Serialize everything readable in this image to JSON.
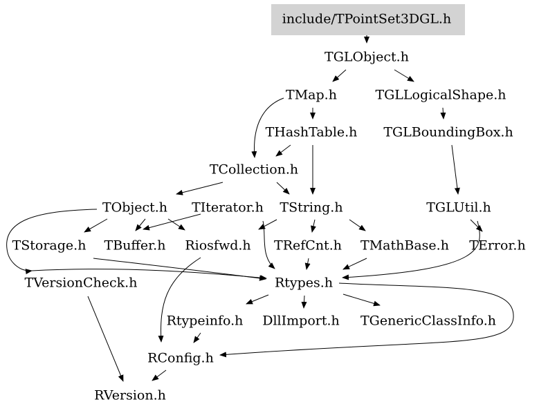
{
  "diagram": {
    "type": "include-dependency-graph",
    "root": "include/TPointSet3DGL.h",
    "root_fill": "#d3d3d3",
    "edge_color": "#000000",
    "nodes": {
      "root": "include/TPointSet3DGL.h",
      "tglobject": "TGLObject.h",
      "tmap": "TMap.h",
      "tgllogicalshape": "TGLLogicalShape.h",
      "thashtable": "THashTable.h",
      "tglboundingbox": "TGLBoundingBox.h",
      "tcollection": "TCollection.h",
      "tobject": "TObject.h",
      "titerator": "TIterator.h",
      "tstring": "TString.h",
      "tglutil": "TGLUtil.h",
      "tstorage": "TStorage.h",
      "tbuffer": "TBuffer.h",
      "riosfwd": "Riosfwd.h",
      "trefcnt": "TRefCnt.h",
      "tmathbase": "TMathBase.h",
      "terror": "TError.h",
      "tversioncheck": "TVersionCheck.h",
      "rtypes": "Rtypes.h",
      "rtypeinfo": "Rtypeinfo.h",
      "dllimport": "DllImport.h",
      "tgenericclassinfo": "TGenericClassInfo.h",
      "rconfig": "RConfig.h",
      "rversion": "RVersion.h"
    },
    "edges": [
      [
        "root",
        "tglobject"
      ],
      [
        "tglobject",
        "tmap"
      ],
      [
        "tglobject",
        "tgllogicalshape"
      ],
      [
        "tmap",
        "thashtable"
      ],
      [
        "tmap",
        "tcollection"
      ],
      [
        "tgllogicalshape",
        "tglboundingbox"
      ],
      [
        "thashtable",
        "tcollection"
      ],
      [
        "thashtable",
        "tstring"
      ],
      [
        "tglboundingbox",
        "tglutil"
      ],
      [
        "tcollection",
        "tobject"
      ],
      [
        "tcollection",
        "tstring"
      ],
      [
        "tobject",
        "tstorage"
      ],
      [
        "tobject",
        "tbuffer"
      ],
      [
        "tobject",
        "riosfwd"
      ],
      [
        "tobject",
        "tversioncheck"
      ],
      [
        "tobject",
        "rtypes"
      ],
      [
        "titerator",
        "tbuffer"
      ],
      [
        "tstring",
        "riosfwd"
      ],
      [
        "tstring",
        "trefcnt"
      ],
      [
        "tstring",
        "tmathbase"
      ],
      [
        "tstring",
        "rtypes"
      ],
      [
        "tglutil",
        "terror"
      ],
      [
        "tglutil",
        "rtypes"
      ],
      [
        "tstorage",
        "rtypes"
      ],
      [
        "trefcnt",
        "rtypes"
      ],
      [
        "tmathbase",
        "rtypes"
      ],
      [
        "riosfwd",
        "rconfig"
      ],
      [
        "tversioncheck",
        "rversion"
      ],
      [
        "rtypes",
        "rtypeinfo"
      ],
      [
        "rtypes",
        "dllimport"
      ],
      [
        "rtypes",
        "tgenericclassinfo"
      ],
      [
        "rtypes",
        "rconfig"
      ],
      [
        "rtypeinfo",
        "rconfig"
      ],
      [
        "rconfig",
        "rversion"
      ]
    ]
  }
}
